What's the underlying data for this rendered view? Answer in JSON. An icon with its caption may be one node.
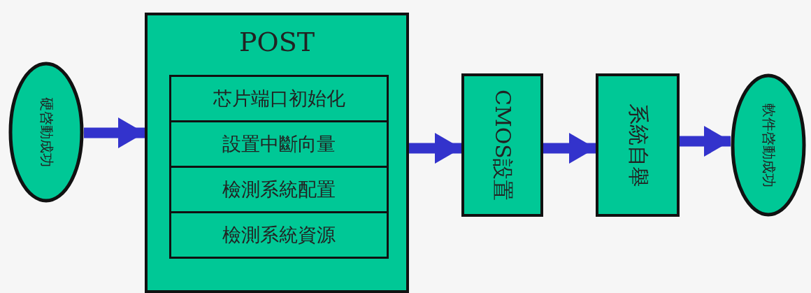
{
  "diagram": {
    "nodes": [
      {
        "text": [
          "硬啓動成功"
        ]
      },
      {
        "text": [
          "POST"
        ]
      },
      {
        "text": [
          "芯片端口初始化"
        ],
        "in": 1
      },
      {
        "text": [
          "設置中斷向量"
        ],
        "in": 1
      },
      {
        "text": [
          "檢測系統配置"
        ],
        "in": 1
      },
      {
        "text": [
          "檢測系統資源"
        ],
        "in": 1
      },
      {
        "text": [
          "CMOS設置"
        ]
      },
      {
        "text": [
          "系統自舉"
        ]
      },
      {
        "text": [
          "軟件啓動成功"
        ]
      }
    ],
    "edges": [
      {
        "from": 0,
        "to": 1,
        "arrow": "to"
      },
      {
        "from": 1,
        "to": 6,
        "arrow": "to"
      },
      {
        "from": 6,
        "to": 7,
        "arrow": "to"
      },
      {
        "from": 7,
        "to": 8,
        "arrow": "to"
      }
    ]
  }
}
